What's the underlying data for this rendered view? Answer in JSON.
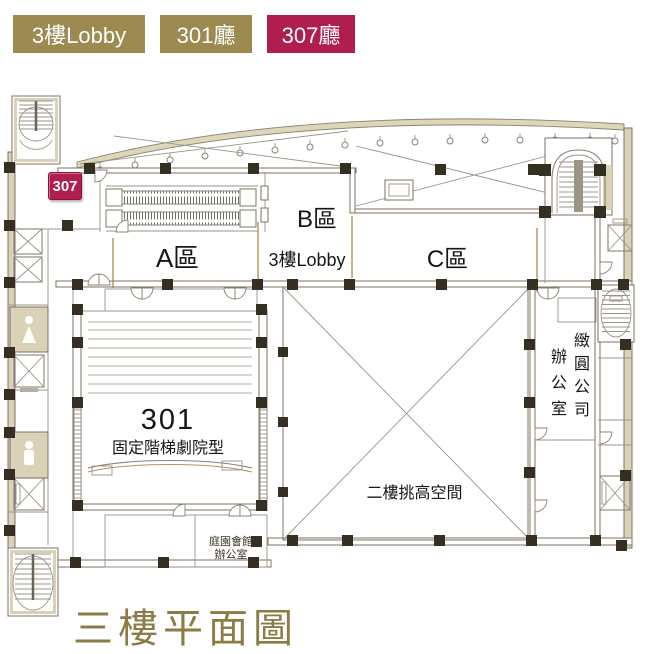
{
  "tabs": [
    {
      "label": "3樓Lobby",
      "active": false,
      "color": "#9d8a50"
    },
    {
      "label": "301廳",
      "active": false,
      "color": "#9d8a50"
    },
    {
      "label": "307廳",
      "active": true,
      "color": "#b01e4e"
    }
  ],
  "colors": {
    "tab_gold": "#9d8a50",
    "tab_crimson": "#b01e4e",
    "marker_crimson": "#b01e4e",
    "title_gold": "#8d7b45",
    "wall": "#7c7263",
    "wall_fill": "#d9d2b6",
    "column": "#352e23",
    "accent_line": "#a5823d"
  },
  "plan": {
    "marker_307": "307",
    "zone_a": "A區",
    "zone_b": "B區",
    "zone_c": "C區",
    "lobby": "3樓Lobby",
    "hall_301_number": "301",
    "hall_301_type": "固定階梯劇院型",
    "double_height_space": "二樓挑高空間",
    "office_company": "緻圓公司",
    "office_label": "辦公室",
    "garden_hall_office_line1": "庭園會館",
    "garden_hall_office_line2": "辦公室",
    "caption": "三樓平面圖"
  }
}
